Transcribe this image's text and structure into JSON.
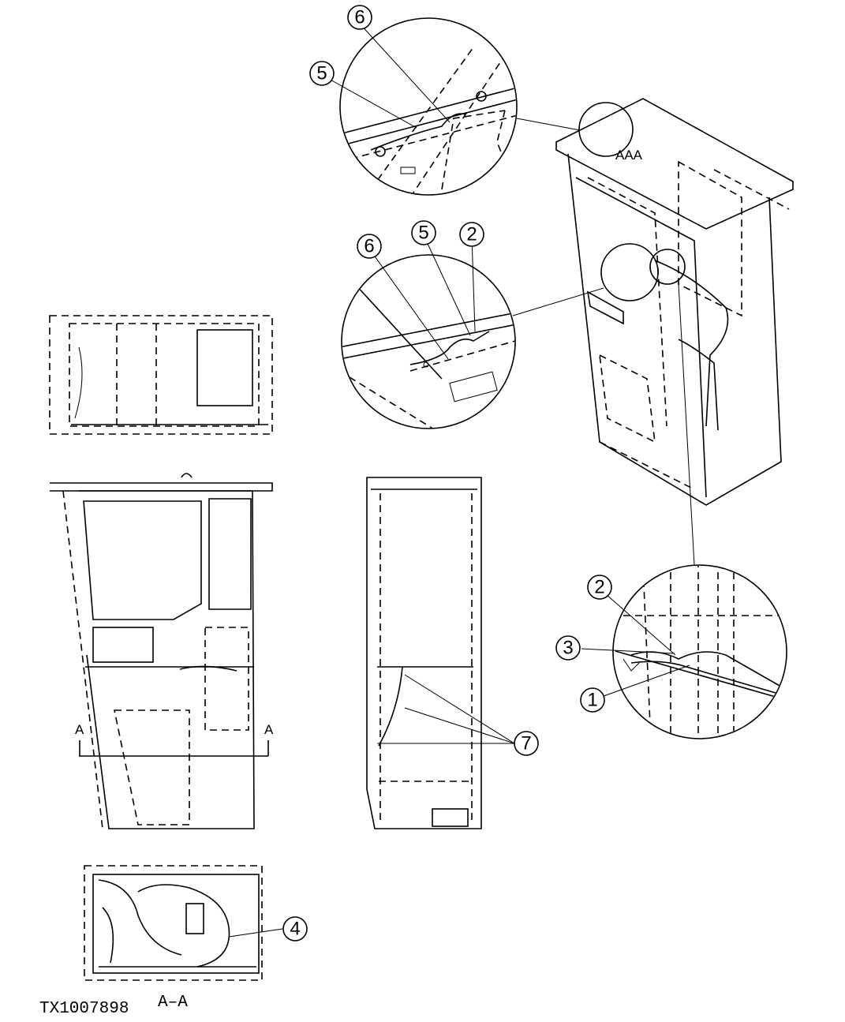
{
  "figure_id": "TX1007898",
  "section_label": "A–A",
  "section_marker": "A",
  "callouts": [
    "1",
    "2",
    "3",
    "4",
    "5",
    "6",
    "7"
  ],
  "detail_callouts": {
    "top_detail": [
      "6",
      "5"
    ],
    "middle_detail": [
      "6",
      "5",
      "2"
    ],
    "lower_detail": [
      "2",
      "3",
      "1"
    ],
    "side_view": [
      "7"
    ],
    "section_view": [
      "4"
    ]
  },
  "small_marks": {
    "aaa": "AAA"
  },
  "colors": {
    "line": "#000000",
    "background": "#ffffff"
  }
}
